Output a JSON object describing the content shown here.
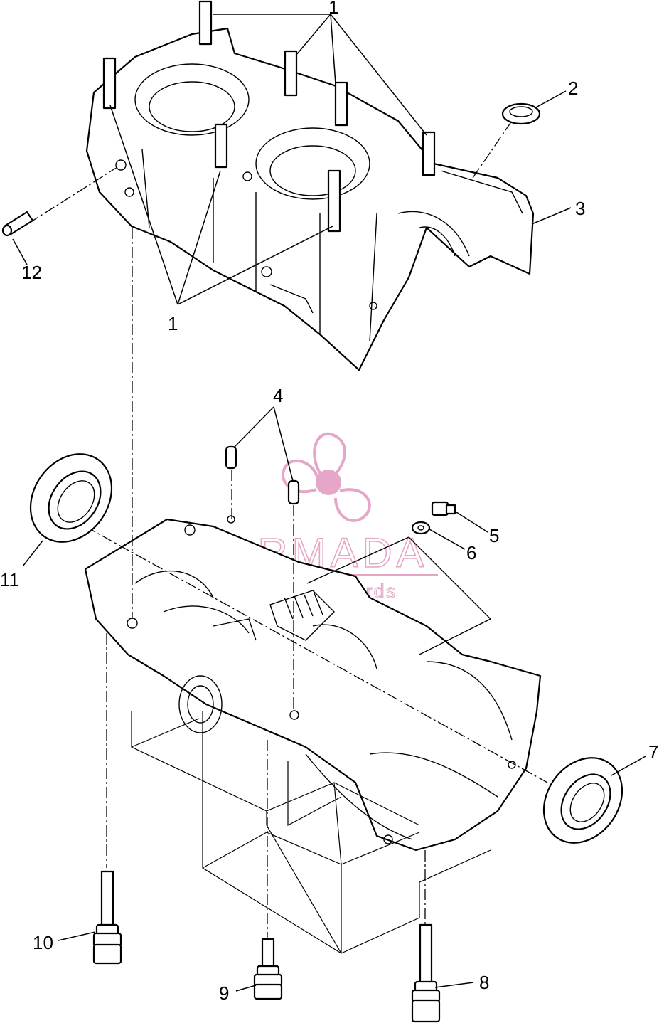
{
  "watermark": {
    "title": "ARMADA",
    "subtitle": "marine outboards",
    "color": "#e6a6c8",
    "logo_icon": "propeller-icon"
  },
  "callouts": [
    {
      "id": "1",
      "text": "1"
    },
    {
      "id": "1b",
      "text": "1"
    },
    {
      "id": "2",
      "text": "2"
    },
    {
      "id": "3",
      "text": "3"
    },
    {
      "id": "4",
      "text": "4"
    },
    {
      "id": "5",
      "text": "5"
    },
    {
      "id": "6",
      "text": "6"
    },
    {
      "id": "7",
      "text": "7"
    },
    {
      "id": "8",
      "text": "8"
    },
    {
      "id": "9",
      "text": "9"
    },
    {
      "id": "10",
      "text": "10"
    },
    {
      "id": "11",
      "text": "11"
    },
    {
      "id": "12",
      "text": "12"
    }
  ]
}
